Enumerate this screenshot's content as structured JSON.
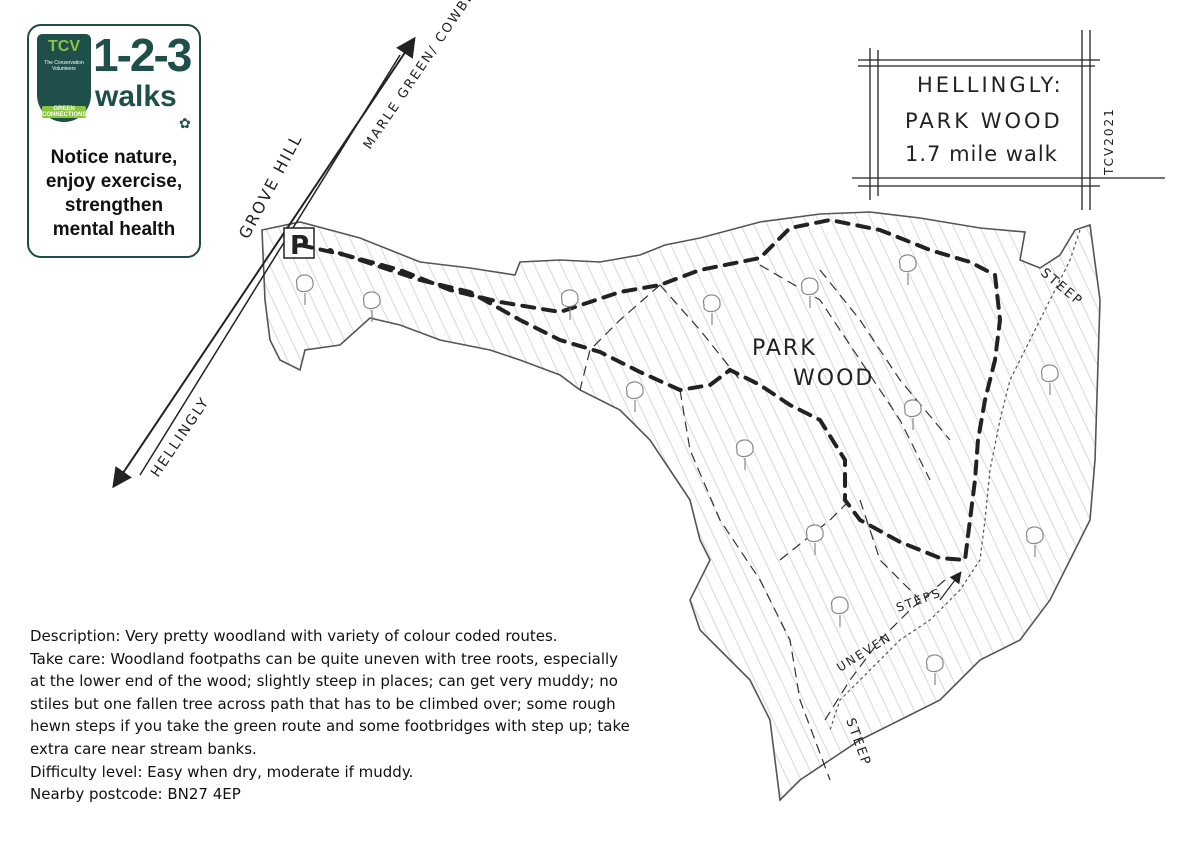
{
  "logo": {
    "badge_text": "TCV",
    "badge_subtext": "The Conservation Volunteers",
    "badge_footer": "GREEN CONNECTIONS",
    "walks_number": "1-2-3",
    "walks_word": "walks",
    "tagline": [
      "Notice nature,",
      "enjoy exercise,",
      "strengthen",
      "mental health"
    ]
  },
  "title_box": {
    "line1": "HELLINGLY:",
    "line2": "PARK WOOD",
    "line3": "1.7 mile walk",
    "credit": "TCV2021"
  },
  "map_labels": {
    "road": "GROVE HILL",
    "direction_ne": "MARLE GREEN/ COWBEECH",
    "direction_sw": "HELLINGLY",
    "wood_name_1": "PARK",
    "wood_name_2": "WOOD",
    "parking": "P",
    "steep_east": "STEEP",
    "steep_south": "STEEP",
    "steps": "STEPS",
    "uneven": "UNEVEN"
  },
  "description": {
    "description": "Description: Very pretty woodland with variety of colour coded routes.",
    "take_care": "Take care: Woodland footpaths can be quite uneven with tree roots, especially at the lower end of the wood; slightly steep in places; can get very muddy; no stiles but one fallen tree across path that has to be climbed over; some rough hewn steps if you take the green route and some footbridges with step up; take extra care near stream banks.",
    "difficulty": "Difficulty level: Easy when dry, moderate if muddy.",
    "postcode": "Nearby postcode: BN27 4EP"
  },
  "colors": {
    "logo_dark": "#1f4f4a",
    "logo_green": "#8bc43f",
    "ink": "#222222",
    "hatch": "#c8c8c8"
  }
}
